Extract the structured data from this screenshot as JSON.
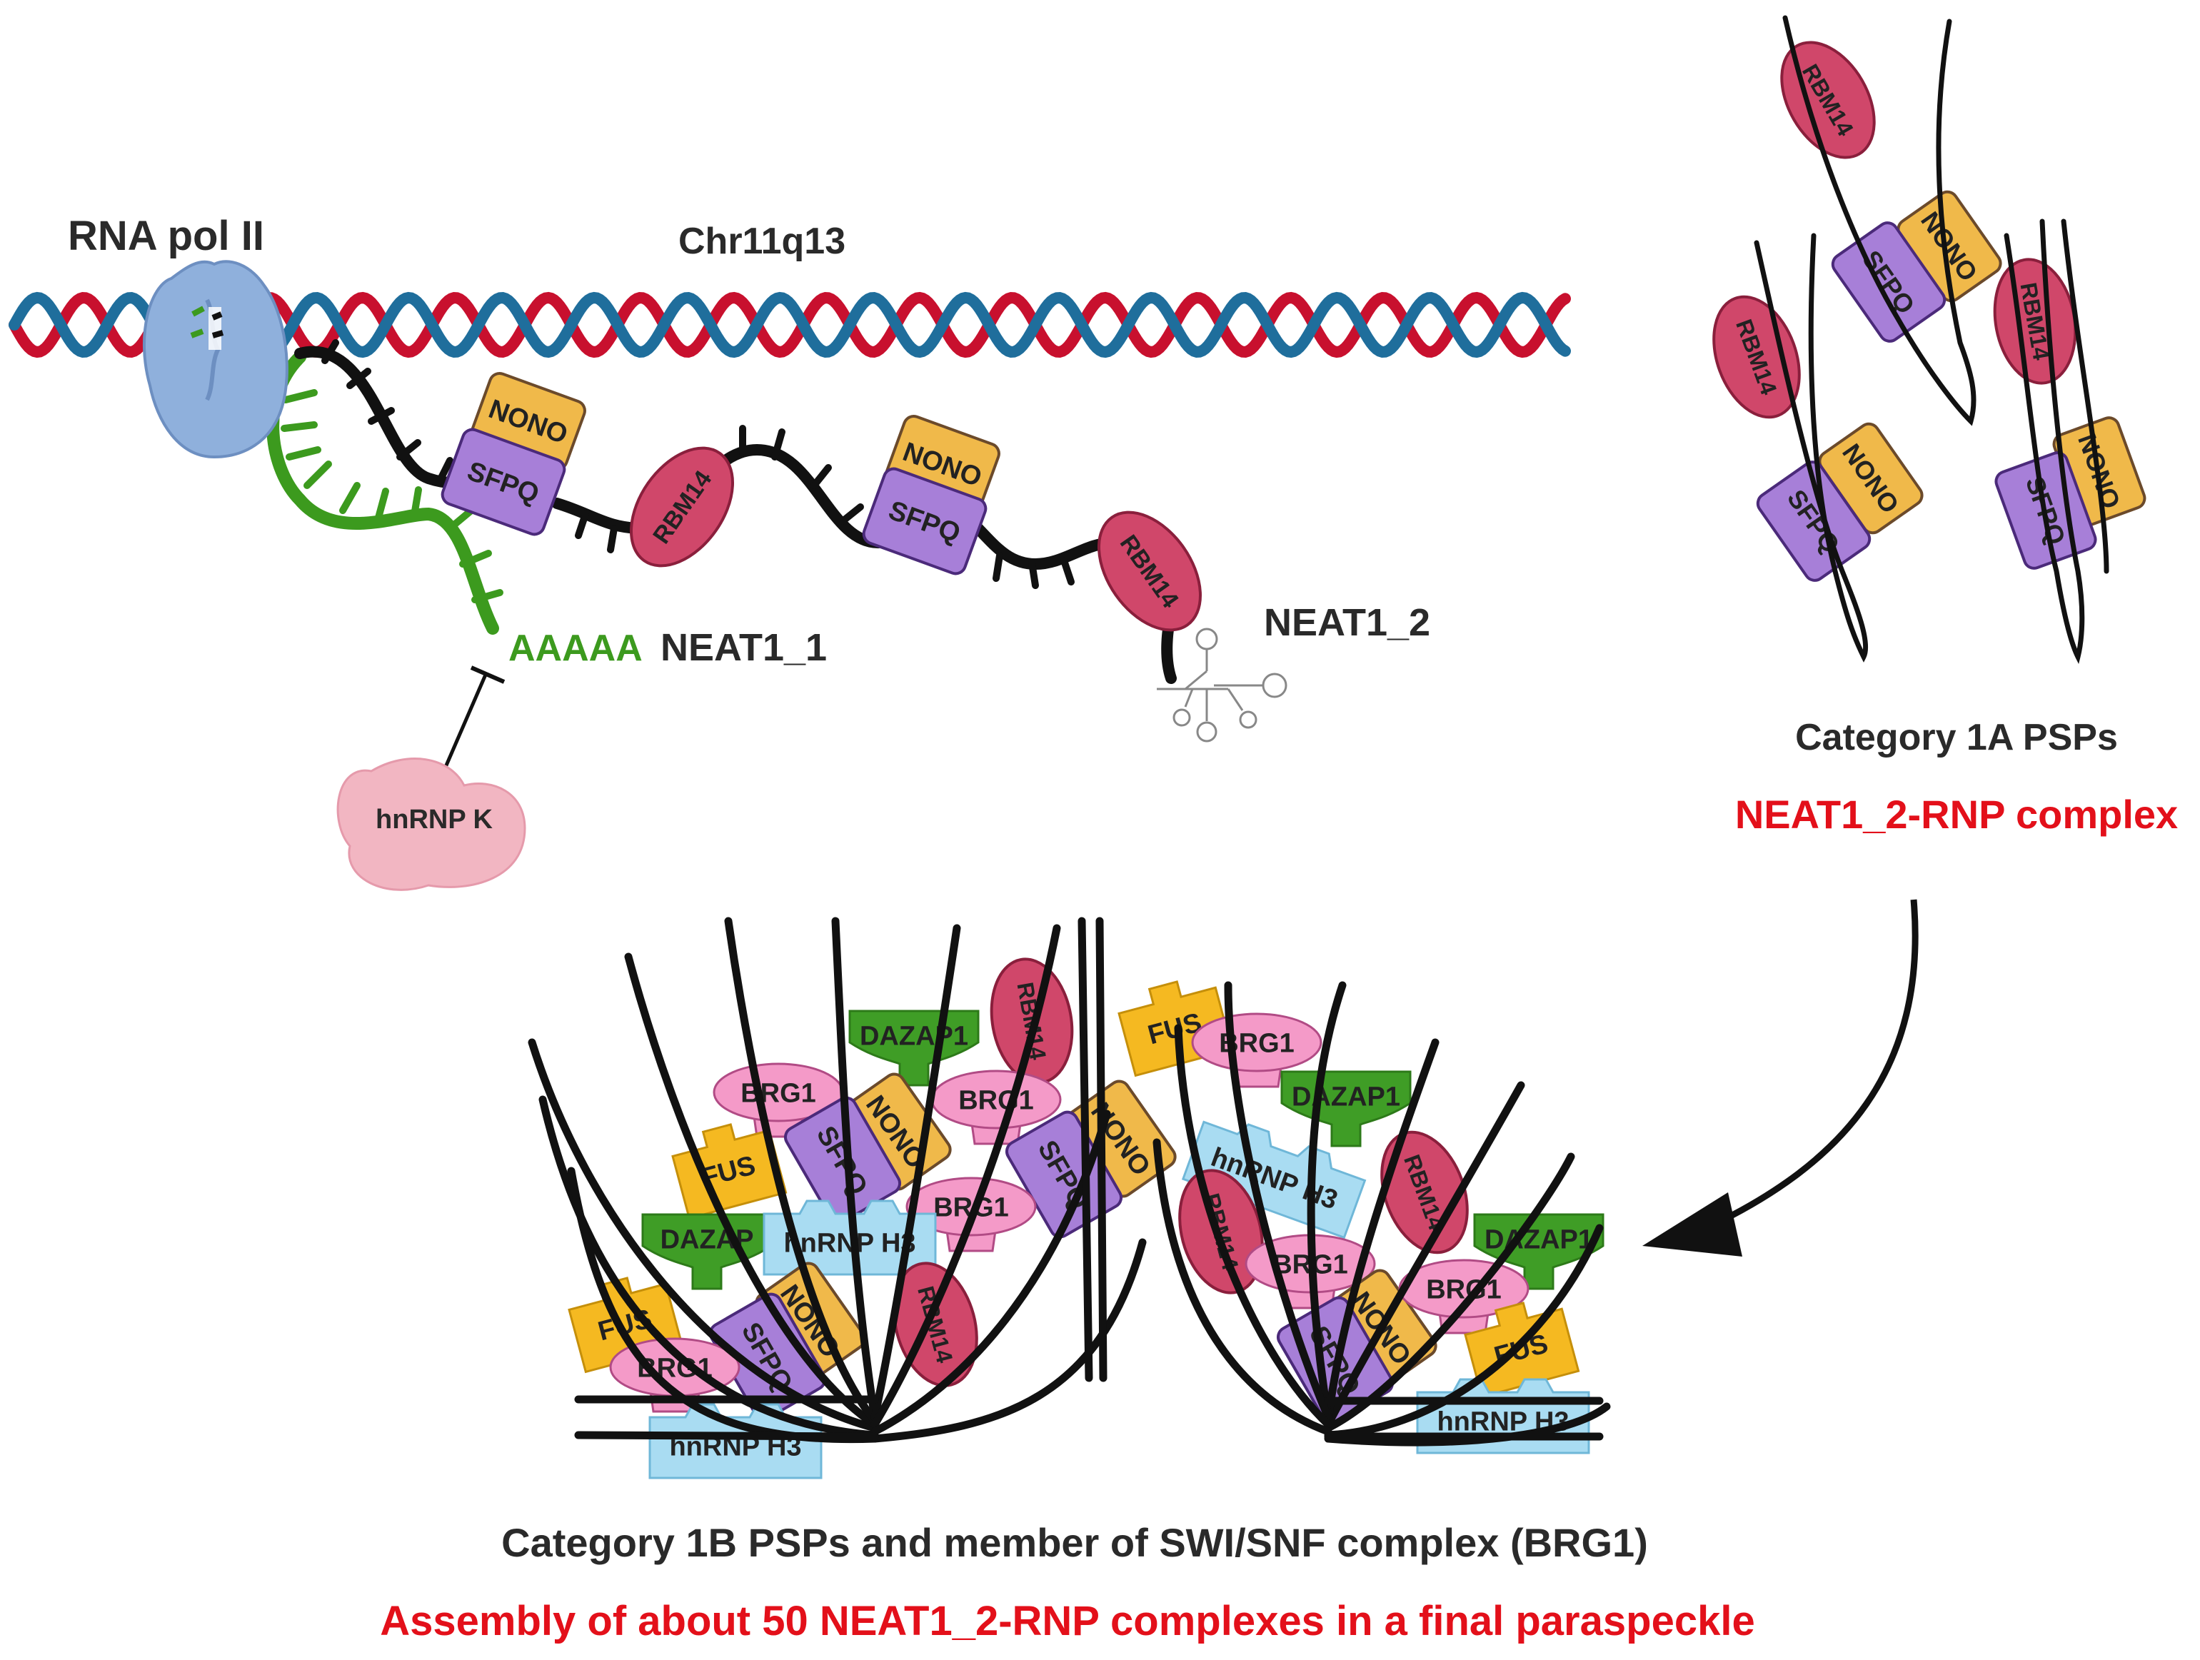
{
  "labels": {
    "rna_pol": "RNA pol II",
    "chromosome": "Chr11q13",
    "polya": "AAAAA",
    "neat1_1": "NEAT1_1",
    "neat1_2": "NEAT1_2",
    "hnrnpk": "hnRNP K",
    "cat1a": "Category 1A PSPs",
    "cat1a_sub": "NEAT1_2-RNP complex",
    "cat1b": "Category 1B PSPs and member of SWI/SNF complex (BRG1)",
    "cat1b_sub": "Assembly of about 50 NEAT1_2-RNP complexes in a final paraspeckle"
  },
  "proteins": {
    "nono": "NONO",
    "sfpq": "SFPQ",
    "rbm14": "RBM14",
    "brg1": "BRG1",
    "fus": "FUS",
    "dazap1": "DAZAP1",
    "hnrnph3": "hnRNP H3",
    "dazap_trunc": "DAZAP"
  },
  "colors": {
    "dna_red": "#c8102e",
    "dna_blue": "#1f6e9c",
    "rna_green": "#3c9a1e",
    "nono": "#f0b94a",
    "sfpq": "#a77fd8",
    "rbm14": "#d0476a",
    "brg1": "#f49ac8",
    "fus": "#f5b921",
    "dazap1": "#3f9d26",
    "hnrnph3": "#a9dcf2",
    "hnrnpk": "#f2b6c2",
    "pol": "#8fb0dc",
    "accent_red": "#e3101a"
  }
}
